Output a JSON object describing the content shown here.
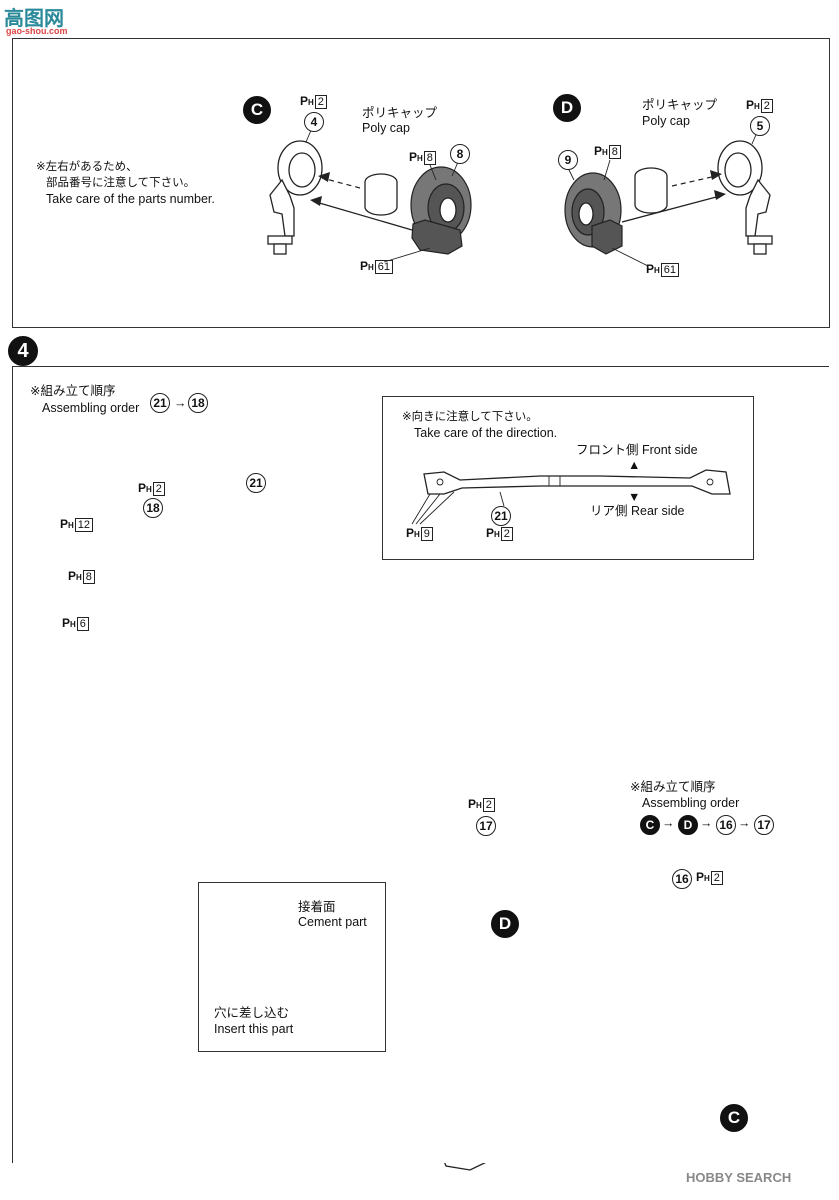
{
  "watermark": {
    "top": "高图网",
    "site": "gao-shou.com",
    "bottom": "HOBBY SEARCH"
  },
  "top_panel": {
    "note_jp_1": "※左右があるため、",
    "note_jp_2": "部品番号に注意して下さい。",
    "note_en": "Take care of the parts number.",
    "callout_c": "C",
    "callout_d": "D",
    "polycap_jp": "ポリキャップ",
    "polycap_en": "Poly cap",
    "left": {
      "ph_top": "2",
      "part_top": "4",
      "ph_mid": "8",
      "part_mid": "8",
      "ph_bottom": "61"
    },
    "right": {
      "ph_top": "2",
      "part_top": "5",
      "ph_mid": "8",
      "part_mid": "9",
      "ph_bottom": "61"
    }
  },
  "step": {
    "number": "4"
  },
  "order1": {
    "jp": "※組み立て順序",
    "en": "Assembling order",
    "a": "21",
    "b": "18"
  },
  "detail_box": {
    "jp": "※向きに注意して下さい。",
    "en": "Take care of the direction.",
    "front": "フロント側 Front side",
    "rear": "リア側 Rear side",
    "ph_left": "9",
    "ph_mid": "2",
    "part": "21"
  },
  "upper_assembly": {
    "ph_a": "2",
    "part_a": "18",
    "part_b": "21",
    "ph_12": "12",
    "ph_8": "8",
    "ph_6": "6"
  },
  "order2": {
    "jp": "※組み立て順序",
    "en": "Assembling order",
    "a": "C",
    "b": "D",
    "c": "16",
    "d": "17"
  },
  "lower_assembly": {
    "ph_a": "2",
    "part_a": "17",
    "part_b": "16",
    "ph_b": "2",
    "callout_d": "D",
    "callout_c": "C"
  },
  "inset": {
    "cement_jp": "接着面",
    "cement_en": "Cement part",
    "insert_jp": "穴に差し込む",
    "insert_en": "Insert this part"
  },
  "ph_letter": "P",
  "ph_sub": "H"
}
